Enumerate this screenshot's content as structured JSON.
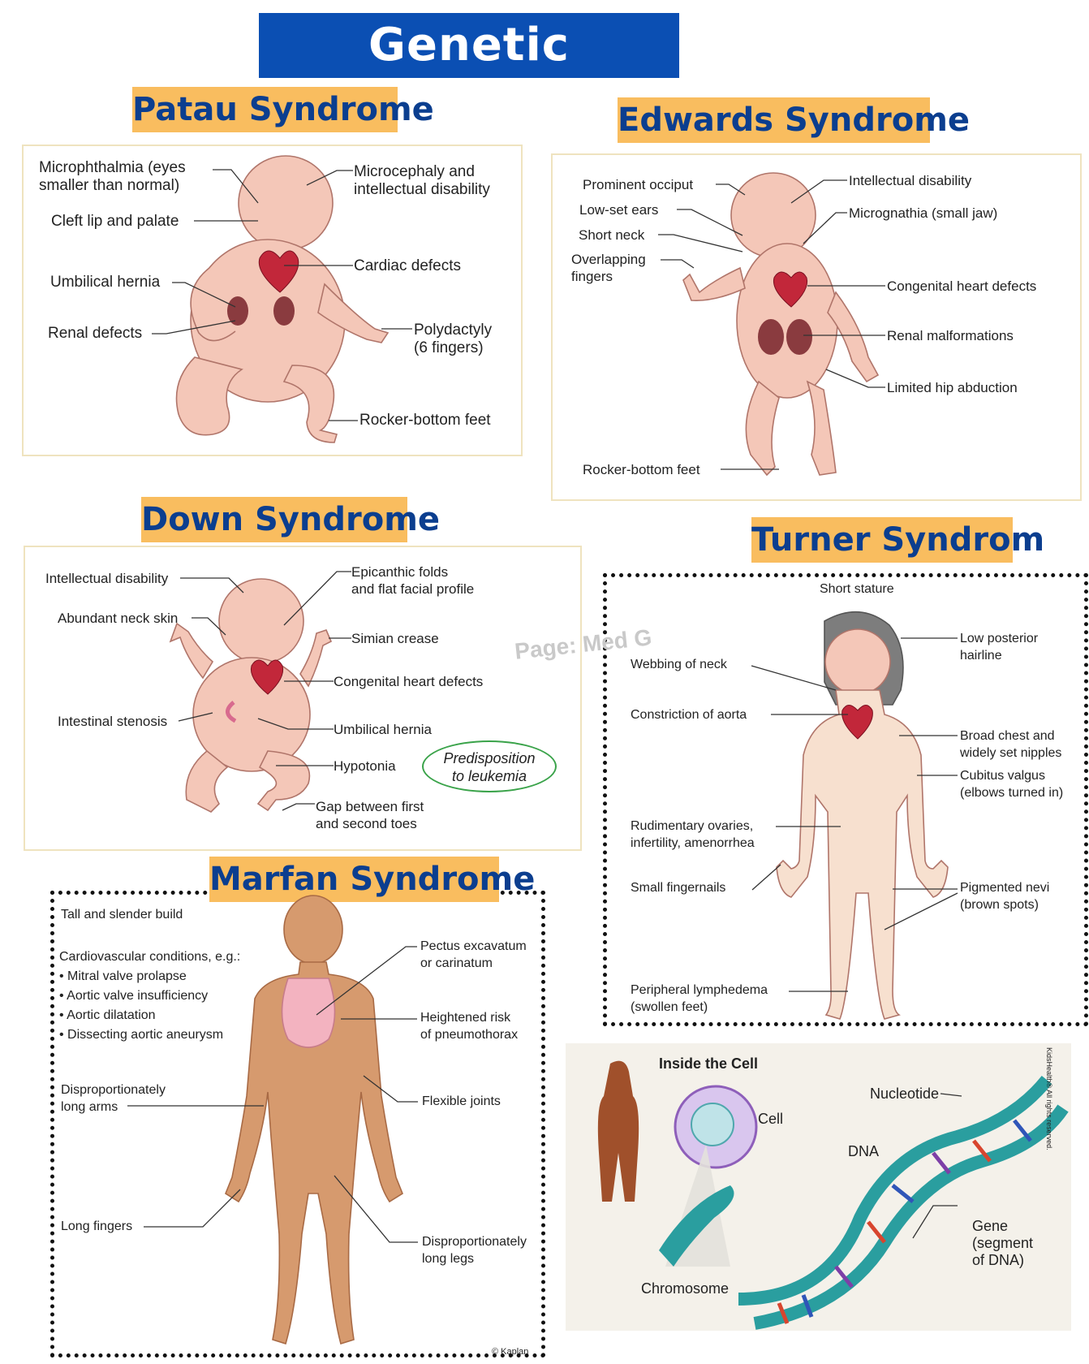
{
  "title": "Genetic Disorders",
  "watermark": "Page: Med G",
  "colors": {
    "title_bg": "#0b4fb3",
    "section_bg": "#f9bd5f",
    "section_text": "#0b3e8f",
    "skin": "#f4c7b8",
    "heart": "#c2273a",
    "kidney": "#8a3b3f"
  },
  "patau": {
    "title": "Patau Syndrome",
    "labels": {
      "micro_eyes": "Microphthalmia (eyes\nsmaller than normal)",
      "cleft": "Cleft lip and palate",
      "umbilical": "Umbilical hernia",
      "renal": "Renal defects",
      "microcephaly": "Microcephaly and\nintellectual disability",
      "cardiac": "Cardiac defects",
      "polydactyly": "Polydactyly\n(6 fingers)",
      "rocker": "Rocker-bottom feet"
    }
  },
  "edwards": {
    "title": "Edwards Syndrome",
    "labels": {
      "occiput": "Prominent occiput",
      "ears": "Low-set ears",
      "neck": "Short neck",
      "fingers": "Overlapping\nfingers",
      "intellectual": "Intellectual disability",
      "micrognathia": "Micrognathia (small jaw)",
      "heart": "Congenital heart defects",
      "renal": "Renal malformations",
      "hip": "Limited hip abduction",
      "rocker": "Rocker-bottom feet"
    }
  },
  "down": {
    "title": "Down Syndrome",
    "labels": {
      "intellectual": "Intellectual disability",
      "neck_skin": "Abundant neck skin",
      "stenosis": "Intestinal stenosis",
      "epicanthic": "Epicanthic folds\nand flat facial profile",
      "simian": "Simian crease",
      "heart": "Congenital heart defects",
      "umbilical": "Umbilical hernia",
      "hypotonia": "Hypotonia",
      "toes": "Gap between first\nand second toes",
      "leukemia": "Predisposition\nto leukemia"
    }
  },
  "turner": {
    "title": "Turner Syndrom",
    "labels": {
      "stature": "Short stature",
      "hairline": "Low posterior\nhairline",
      "webbing": "Webbing of neck",
      "aorta": "Constriction of aorta",
      "chest": "Broad chest and\nwidely set nipples",
      "cubitus": "Cubitus valgus\n(elbows turned in)",
      "ovaries": "Rudimentary ovaries,\ninfertility, amenorrhea",
      "nails": "Small fingernails",
      "nevi": "Pigmented nevi\n(brown spots)",
      "lymphedema": "Peripheral lymphedema\n(swollen feet)"
    }
  },
  "marfan": {
    "title": "Marfan Syndrome",
    "labels": {
      "build": "Tall and slender build",
      "cardio_head": "Cardiovascular conditions, e.g.:",
      "cardio_items": [
        "• Mitral valve prolapse",
        "• Aortic valve insufficiency",
        "• Aortic dilatation",
        "• Dissecting aortic aneurysm"
      ],
      "pectus": "Pectus excavatum\nor carinatum",
      "pneumo": "Heightened risk\nof pneumothorax",
      "arms": "Disproportionately\nlong arms",
      "joints": "Flexible joints",
      "fingers": "Long fingers",
      "legs": "Disproportionately\nlong legs",
      "copyright": "© Kaplan"
    }
  },
  "cell": {
    "title": "Inside the Cell",
    "cell": "Cell",
    "nucleotide": "Nucleotide",
    "dna": "DNA",
    "gene": "Gene\n(segment\nof DNA)",
    "chromosome": "Chromosome",
    "credit": "KidsHealth® All rights reserved."
  }
}
